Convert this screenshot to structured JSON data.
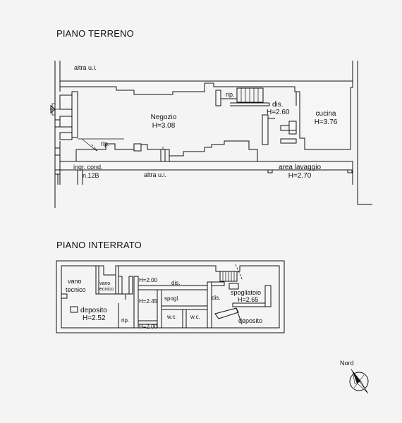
{
  "ground_floor": {
    "title": "PIANO TERRENO",
    "rooms": {
      "negozio": "Negozio",
      "negozio_h": "H=3.08",
      "cucina": "cucina",
      "cucina_h": "H=3.76",
      "dis": "dis.",
      "dis_h": "H=2.60",
      "rip_top": "rip.",
      "rip_left": "rip.",
      "area_lavaggio": "area lavaggio",
      "area_lavaggio_h": "H=2.70"
    },
    "adjacent": {
      "top": "altra u.i.",
      "bottom": "altra u.i.",
      "entrance": "ingr. cond.",
      "entrance_num": "n.12B"
    }
  },
  "basement": {
    "title": "PIANO INTERRATO",
    "rooms": {
      "vano_tecnico_1_a": "vano",
      "vano_tecnico_1_b": "tecnico",
      "vano_tecnico_2_a": "vano",
      "vano_tecnico_2_b": "tecnico",
      "deposito_left": "deposito",
      "deposito_left_h": "H=2.52",
      "rip": "rip.",
      "h_200_top": "H=2.00",
      "h_245": "H=2.45",
      "h_200_bottom": "H=2.00",
      "dis_top": "dis.",
      "spogl": "spogl.",
      "wc_1": "w.c.",
      "wc_2": "w.c.",
      "dis_mid": "dis.",
      "spogliatoio": "spogliatoio",
      "spogliatoio_h": "H=2.65",
      "deposito_right": "deposito"
    }
  },
  "compass": {
    "label": "Nord"
  }
}
